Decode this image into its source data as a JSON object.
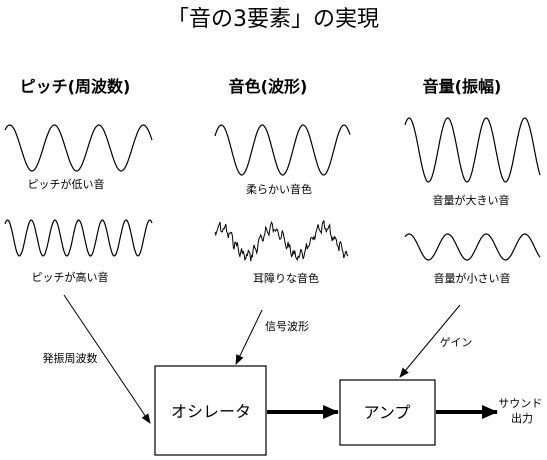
{
  "title": "「音の3要素」の実現",
  "columns": [
    {
      "heading": "ピッチ(周波数)",
      "upper_caption": "ピッチが低い音",
      "lower_caption": "ピッチが高い音"
    },
    {
      "heading": "音色(波形)",
      "upper_caption": "柔らかい音色",
      "lower_caption": "耳障りな音色"
    },
    {
      "heading": "音量(振幅)",
      "upper_caption": "音量が大きい音",
      "lower_caption": "音量が小さい音"
    }
  ],
  "arrow_labels": {
    "pitch": "発振周波数",
    "timbre": "信号波形",
    "volume": "ゲイン"
  },
  "boxes": {
    "oscillator": "オシレータ",
    "amplifier": "アンプ"
  },
  "output_label": [
    "サウンド",
    "出力"
  ],
  "colors": {
    "line": "#000000",
    "background": "#ffffff"
  }
}
